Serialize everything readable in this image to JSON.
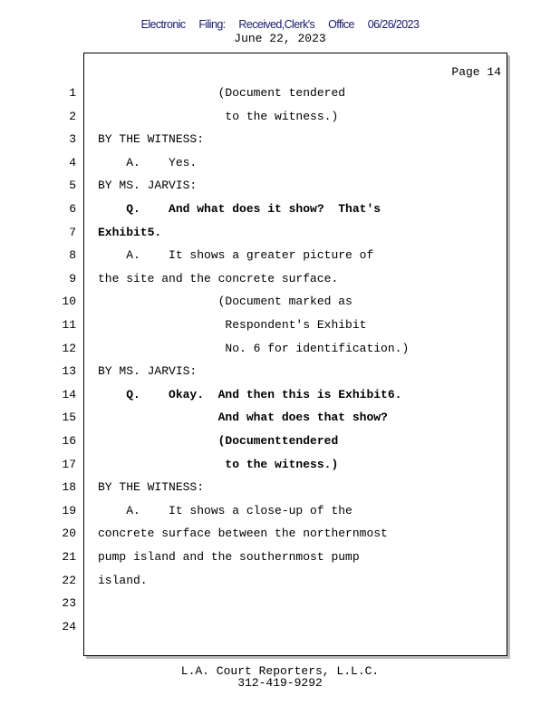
{
  "header": {
    "filing_stamp": "Electronic Filing: Received,Clerk's Office 06/26/2023",
    "date": "June 22, 2023"
  },
  "page_label": "Page 14",
  "lines": [
    {
      "n": "1",
      "text": "                 (Document tendered",
      "bold": false
    },
    {
      "n": "2",
      "text": "                  to the witness.)",
      "bold": false
    },
    {
      "n": "3",
      "text": "BY THE WITNESS:",
      "bold": false
    },
    {
      "n": "4",
      "text": "    A.    Yes.",
      "bold": false
    },
    {
      "n": "5",
      "text": "BY MS. JARVIS:",
      "bold": false
    },
    {
      "n": "6",
      "text": "    Q.    And what does it show?  That's",
      "bold": true
    },
    {
      "n": "7",
      "text": "Exhibit5.",
      "bold": true
    },
    {
      "n": "8",
      "text": "    A.    It shows a greater picture of",
      "bold": false
    },
    {
      "n": "9",
      "text": "the site and the concrete surface.",
      "bold": false
    },
    {
      "n": "10",
      "text": "                 (Document marked as",
      "bold": false
    },
    {
      "n": "11",
      "text": "                  Respondent's Exhibit",
      "bold": false
    },
    {
      "n": "12",
      "text": "                  No. 6 for identification.)",
      "bold": false
    },
    {
      "n": "13",
      "text": "BY MS. JARVIS:",
      "bold": false
    },
    {
      "n": "14",
      "text": "    Q.    Okay.  And then this is Exhibit6.",
      "bold": true
    },
    {
      "n": "15",
      "text": "                 And what does that show?",
      "bold": true
    },
    {
      "n": "16",
      "text": "                 (Documenttendered",
      "bold": true
    },
    {
      "n": "17",
      "text": "                  to the witness.)",
      "bold": true
    },
    {
      "n": "18",
      "text": "BY THE WITNESS:",
      "bold": false
    },
    {
      "n": "19",
      "text": "    A.    It shows a close-up of the",
      "bold": false
    },
    {
      "n": "20",
      "text": "concrete surface between the northernmost",
      "bold": false
    },
    {
      "n": "21",
      "text": "pump island and the southernmost pump",
      "bold": false
    },
    {
      "n": "22",
      "text": "island.",
      "bold": false
    },
    {
      "n": "23",
      "text": "",
      "bold": false
    },
    {
      "n": "24",
      "text": "",
      "bold": false
    }
  ],
  "footer": {
    "company": "L.A. Court Reporters, L.L.C.",
    "phone": "312-419-9292"
  }
}
